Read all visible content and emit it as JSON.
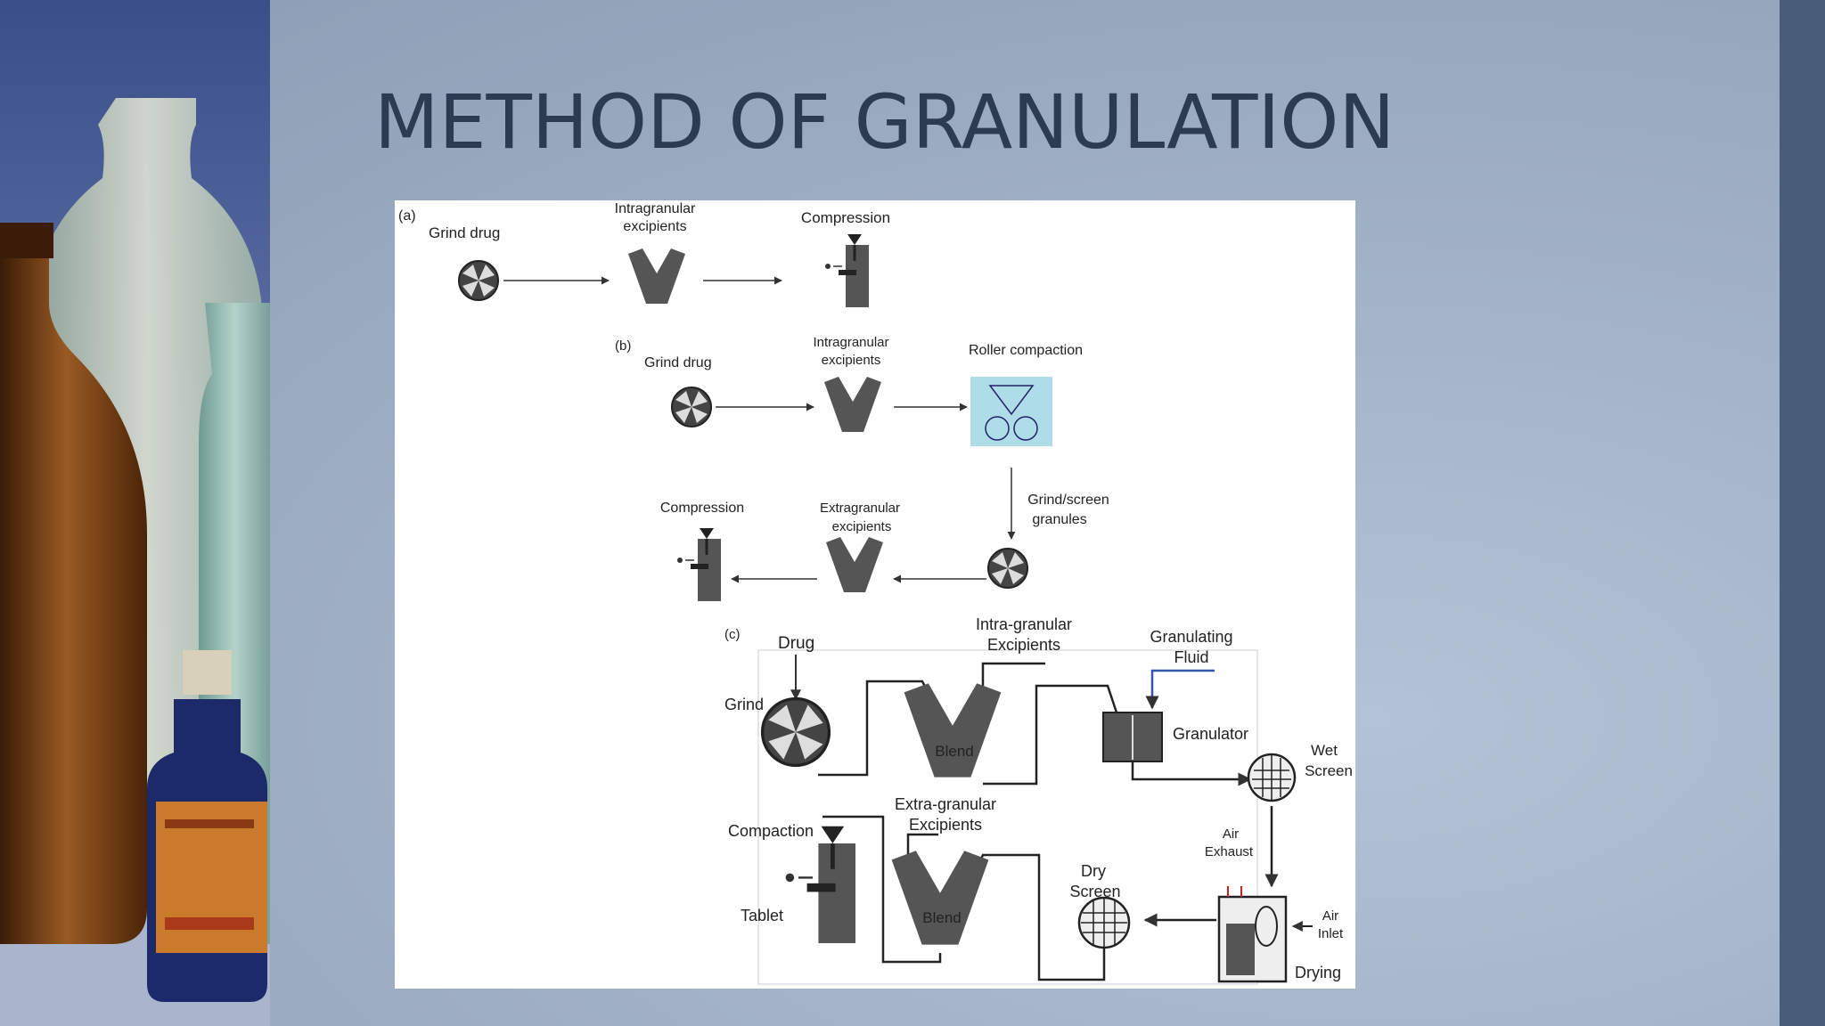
{
  "slide": {
    "title": "METHOD OF GRANULATION",
    "colors": {
      "background": "#a4b3c8",
      "title": "#2c3b52",
      "accent_bar": "#4a5d78"
    }
  },
  "figure": {
    "panel_a": {
      "tag": "(a)",
      "steps": [
        "Grind drug",
        "Intragranular excipients",
        "Compression"
      ]
    },
    "panel_b": {
      "tag": "(b)",
      "steps": [
        "Grind drug",
        "Intragranular excipients",
        "Roller compaction",
        "Grind/screen granules",
        "Extragranular excipients",
        "Compression"
      ]
    },
    "panel_c": {
      "tag": "(c)",
      "labels": {
        "drug": "Drug",
        "grind": "Grind",
        "intra": "Intra-granular Excipients",
        "blend": "Blend",
        "fluid": "Granulating Fluid",
        "granulator": "Granulator",
        "wet_screen": "Wet Screen",
        "air_exhaust": "Air Exhaust",
        "air_inlet": "Air Inlet",
        "drying": "Drying",
        "dry_screen": "Dry Screen",
        "extra": "Extra-granular Excipients",
        "blend2": "Blend",
        "compaction": "Compaction",
        "tablet": "Tablet"
      }
    }
  }
}
